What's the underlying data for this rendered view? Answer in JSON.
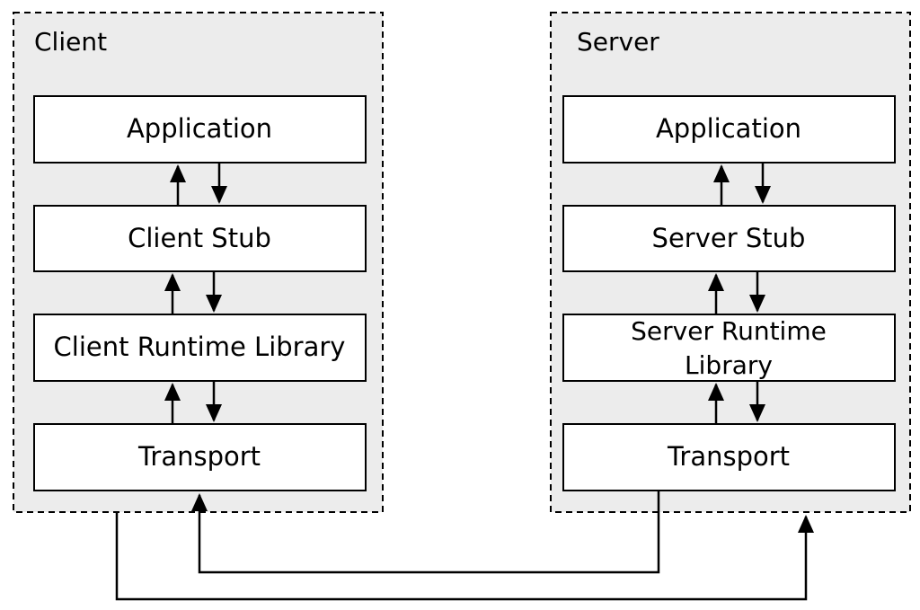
{
  "client": {
    "title": "Client",
    "layers": {
      "application": "Application",
      "stub": "Client Stub",
      "runtime": "Client Runtime Library",
      "transport": "Transport"
    }
  },
  "server": {
    "title": "Server",
    "layers": {
      "application": "Application",
      "stub": "Server Stub",
      "runtime_line1": "Server Runtime",
      "runtime_line2": "Library",
      "transport": "Transport"
    }
  }
}
